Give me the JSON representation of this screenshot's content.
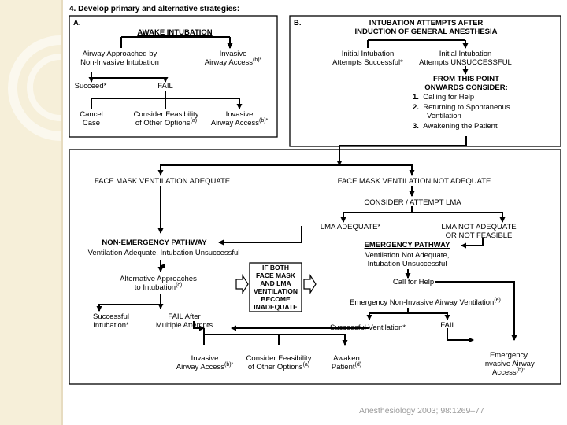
{
  "heading": "4.  Develop primary and alternative strategies:",
  "panel_a": {
    "label": "A.",
    "title": "AWAKE INTUBATION",
    "noninvasive": [
      "Airway Approached by",
      "Non-Invasive Intubation"
    ],
    "invasive": [
      "Invasive",
      "Airway Access"
    ],
    "invasive_sup": "(b)*",
    "succeed": "Succeed*",
    "fail": "FAIL",
    "cancel": [
      "Cancel",
      "Case"
    ],
    "consider": [
      "Consider Feasibility",
      "of Other Options"
    ],
    "consider_sup": "(a)",
    "invasive2": [
      "Invasive",
      "Airway Access"
    ],
    "invasive2_sup": "(b)*"
  },
  "panel_b": {
    "label": "B.",
    "title": [
      "INTUBATION ATTEMPTS AFTER",
      "INDUCTION OF GENERAL ANESTHESIA"
    ],
    "success": [
      "Initial Intubation",
      "Attempts Successful*"
    ],
    "unsuccess": [
      "Initial Intubation",
      "Attempts UNSUCCESSFUL"
    ],
    "from_point": [
      "FROM THIS POINT",
      "ONWARDS CONSIDER:"
    ],
    "options": [
      {
        "num": "1.",
        "text": [
          "Calling for Help"
        ]
      },
      {
        "num": "2.",
        "text": [
          "Returning to Spontaneous",
          "Ventilation"
        ]
      },
      {
        "num": "3.",
        "text": [
          "Awakening the Patient"
        ]
      }
    ]
  },
  "flow": {
    "fm_adequate": "FACE MASK VENTILATION ADEQUATE",
    "fm_not_adequate": "FACE MASK VENTILATION NOT ADEQUATE",
    "consider_lma": "CONSIDER / ATTEMPT LMA",
    "lma_adequate": "LMA ADEQUATE*",
    "lma_not": [
      "LMA NOT ADEQUATE",
      "OR NOT FEASIBLE"
    ],
    "non_emergency_title": "NON-EMERGENCY PATHWAY",
    "non_emergency_sub": "Ventilation Adequate, Intubation Unsuccessful",
    "emergency_title": "EMERGENCY PATHWAY",
    "emergency_sub": [
      "Ventilation Not Adequate,",
      "Intubation Unsuccessful"
    ],
    "alt_approaches": [
      "Alternative Approaches",
      "to Intubation"
    ],
    "alt_sup": "(c)",
    "if_both": [
      "IF BOTH",
      "FACE MASK",
      "AND LMA",
      "VENTILATION",
      "BECOME",
      "INADEQUATE"
    ],
    "call_help": "Call for Help",
    "emerg_noninvasive": "Emergency Non-Invasive Airway Ventilation",
    "emerg_sup": "(e)",
    "successful_intubation": [
      "Successful",
      "Intubation*"
    ],
    "fail_after": [
      "FAIL  After",
      "Multiple Attempts"
    ],
    "successful_vent": "Successful Ventilation*",
    "fail": "FAIL",
    "invasive": [
      "Invasive",
      "Airway Access"
    ],
    "invasive_sup": "(b)*",
    "consider": [
      "Consider Feasibility",
      "of Other Options"
    ],
    "consider_sup": "(a)",
    "awaken": [
      "Awaken",
      "Patient"
    ],
    "awaken_sup": "(d)",
    "emerg_invasive": [
      "Emergency",
      "Invasive Airway",
      "Access"
    ],
    "emerg_invasive_sup": "(b)*"
  },
  "citation": "Anesthesiology 2003; 98:1269–77"
}
